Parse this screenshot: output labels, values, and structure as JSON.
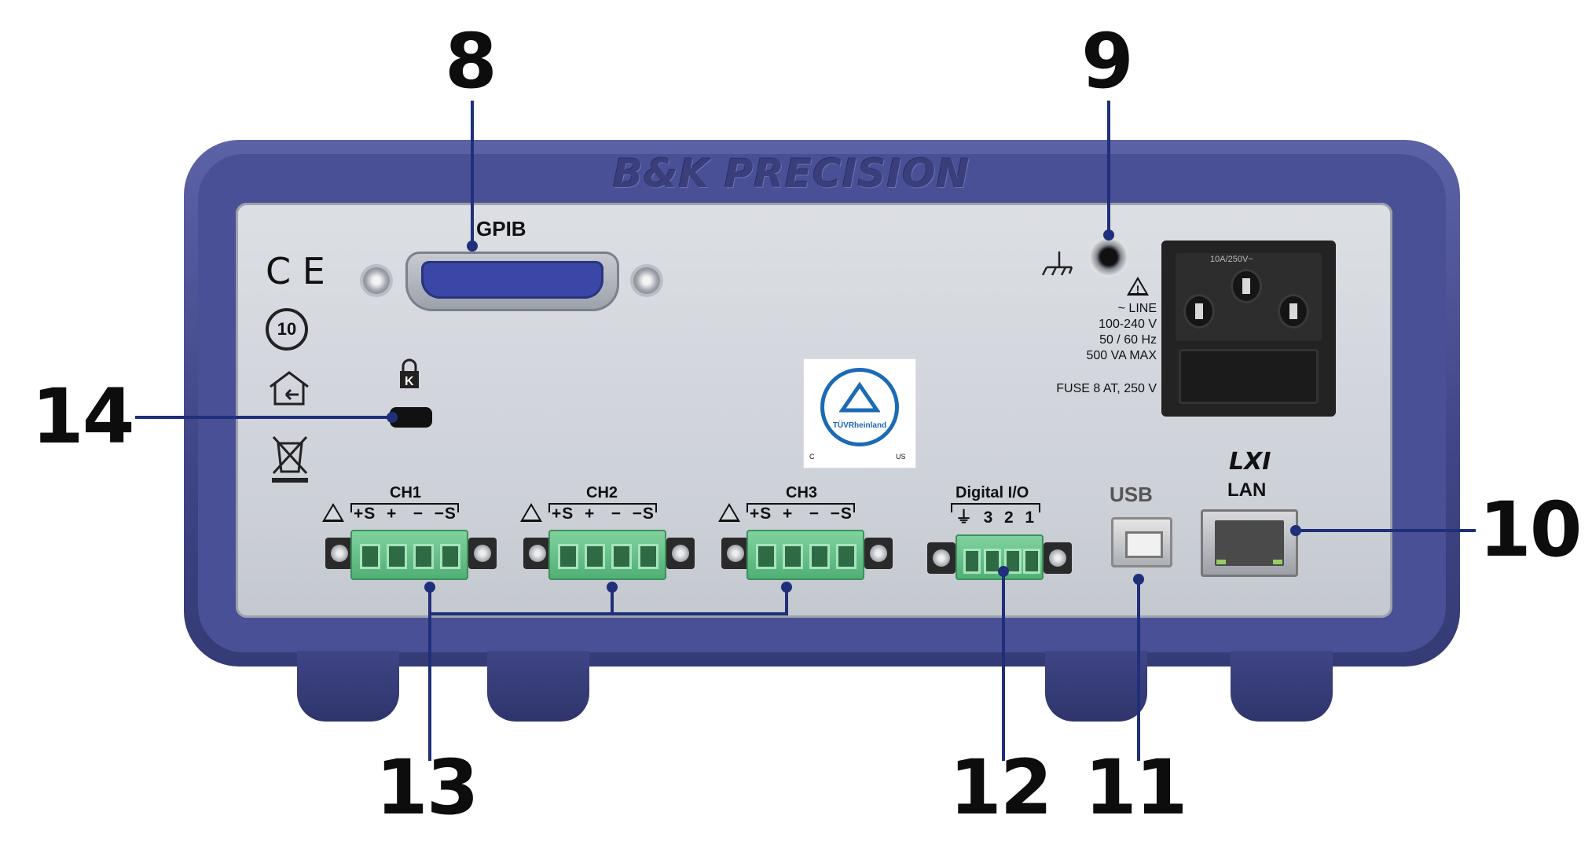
{
  "callouts": {
    "c8": "8",
    "c9": "9",
    "c10": "10",
    "c11": "11",
    "c12": "12",
    "c13": "13",
    "c14": "14"
  },
  "brand": "B&K PRECISION",
  "gpib": {
    "label": "GPIB"
  },
  "power": {
    "line_symbol": "~",
    "line": "LINE",
    "voltage": "100-240 V",
    "frequency": "50 / 60 Hz",
    "power": "500 VA MAX",
    "fuse": "FUSE 8 AT, 250 V",
    "inlet_rating": "10A/250V~"
  },
  "channels": [
    {
      "name": "CH1",
      "pins": "+S  +   −  −S"
    },
    {
      "name": "CH2",
      "pins": "+S  +   −  −S"
    },
    {
      "name": "CH3",
      "pins": "+S  +   −  −S"
    }
  ],
  "digital_io": {
    "name": "Digital I/O",
    "pins": "⏚  3  2  1"
  },
  "usb": {
    "label": "USB"
  },
  "lan": {
    "logo": "LXI",
    "label": "LAN"
  },
  "tuv": {
    "name": "TÜVRheinland",
    "c": "C",
    "us": "US"
  },
  "marks": {
    "ce": "C E",
    "rohs": "10"
  },
  "colors": {
    "housing": "#3f4586",
    "panel": "#cdd1d8",
    "terminal": "#5fbf84",
    "leader": "#1f2f7a"
  }
}
